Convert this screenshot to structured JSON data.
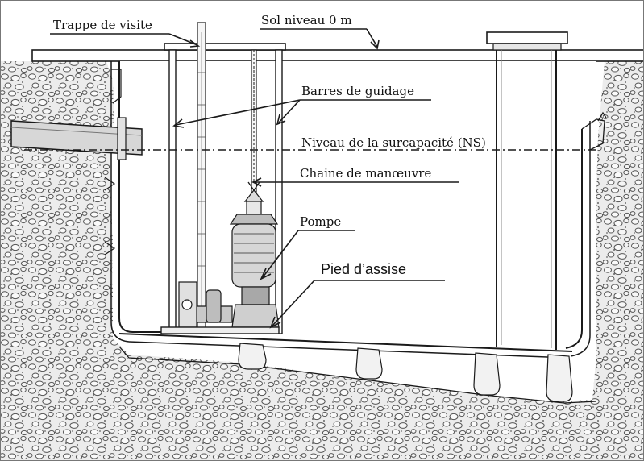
{
  "labels": {
    "trappe": "Trappe de visite",
    "sol": "Sol niveau 0 m",
    "barres": "Barres de guidage",
    "niveau": "Niveau de la surcapacité (NS)",
    "chaine": "Chaine de manœuvre",
    "pompe": "Pompe",
    "pied": "Pied d’assise"
  },
  "colors": {
    "ground_fill": "#e9e9e9",
    "pebble_stroke": "#555555",
    "tank_fill": "#ffffff",
    "line": "#1a1a1a"
  }
}
